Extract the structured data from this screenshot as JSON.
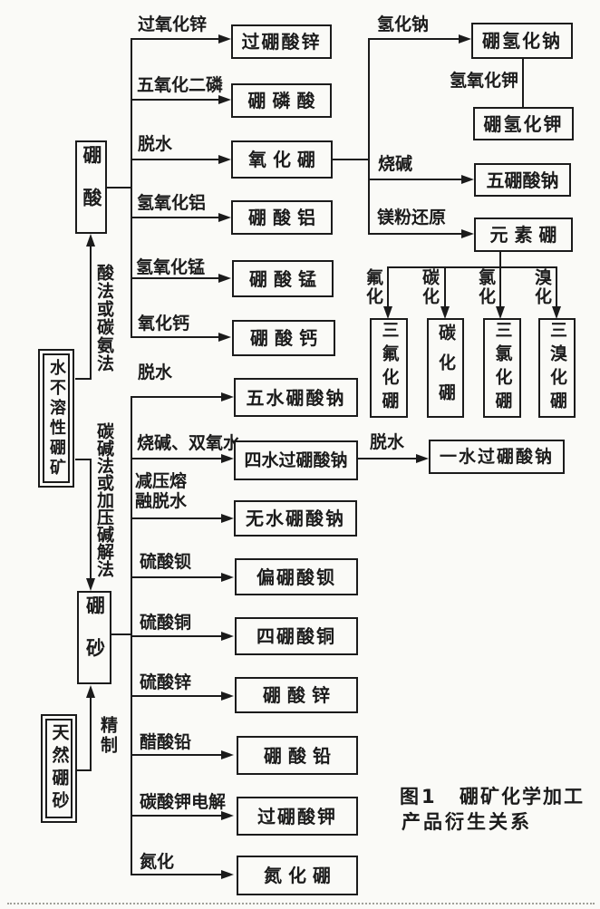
{
  "figure": {
    "label": "图1",
    "caption_line1": "硼矿化学加工",
    "caption_line2": "产品衍生关系"
  },
  "nodes": {
    "insoluble_ore": "水不溶性硼矿",
    "natural_borax": "天然硼砂",
    "boric_acid": "硼酸",
    "borax": "硼砂"
  },
  "methods": {
    "acid": "酸法或碳氨法",
    "alkali": "碳碱法或加压碱解法",
    "refine": "精制"
  },
  "acid_branches": [
    {
      "reagent": "过氧化锌",
      "product": "过硼酸锌"
    },
    {
      "reagent": "五氧化二磷",
      "product": "硼 磷 酸"
    },
    {
      "reagent": "脱水",
      "product": "氧 化 硼"
    },
    {
      "reagent": "氢氧化铝",
      "product": "硼 酸 铝"
    },
    {
      "reagent": "氢氧化锰",
      "product": "硼 酸 锰"
    },
    {
      "reagent": "氧化钙",
      "product": "硼 酸 钙"
    }
  ],
  "oxide_branches": [
    {
      "reagent": "氢化钠",
      "product": "硼氢化钠"
    },
    {
      "reagent": "烧碱",
      "product": "五硼酸钠"
    },
    {
      "reagent": "镁粉还原",
      "product": "元 素 硼"
    }
  ],
  "koh_step": {
    "reagent": "氢氧化钾",
    "product": "硼氢化钾"
  },
  "boron_branches": [
    {
      "reagent": "氟化",
      "product": "三氟化硼"
    },
    {
      "reagent": "碳化",
      "product": "碳化硼"
    },
    {
      "reagent": "氯化",
      "product": "三氯化硼"
    },
    {
      "reagent": "溴化",
      "product": "三溴化硼"
    }
  ],
  "borax_branches": [
    {
      "reagent": "脱水",
      "product": "五水硼酸钠"
    },
    {
      "reagent": "烧碱、双氧水",
      "product": "四水过硼酸钠"
    },
    {
      "reagent": "减压熔融脱水",
      "product": "无水硼酸钠"
    },
    {
      "reagent": "硫酸钡",
      "product": "偏硼酸钡"
    },
    {
      "reagent": "硫酸铜",
      "product": "四硼酸铜"
    },
    {
      "reagent": "硫酸锌",
      "product": "硼 酸 锌"
    },
    {
      "reagent": "醋酸铅",
      "product": "硼 酸 铅"
    },
    {
      "reagent": "碳酸钾电解",
      "product": "过硼酸钾"
    },
    {
      "reagent": "氮化",
      "product": "氮 化 硼"
    }
  ],
  "dehydrate_step": {
    "reagent": "脱水",
    "product": "一水过硼酸钠"
  }
}
